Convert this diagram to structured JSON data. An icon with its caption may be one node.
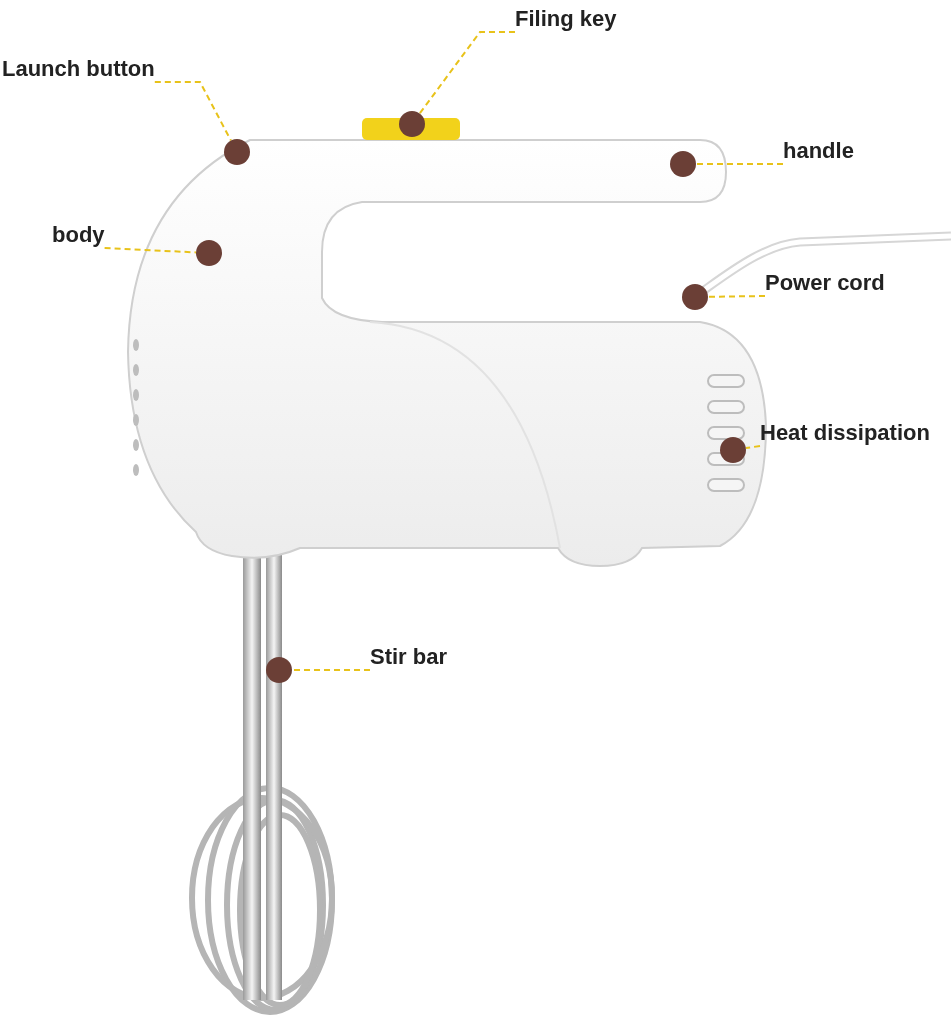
{
  "diagram": {
    "nodes": [
      {
        "text": [
          "Filing key"
        ]
      },
      {
        "text": [
          "Launch button"
        ]
      },
      {
        "text": [
          "handle"
        ]
      },
      {
        "text": [
          "body"
        ]
      },
      {
        "text": [
          "Power cord"
        ]
      },
      {
        "text": [
          "Heat dissipation"
        ]
      },
      {
        "text": [
          "Stir bar"
        ]
      },
      {
        "text": [],
        "shape": "circle"
      },
      {
        "text": [],
        "shape": "circle"
      },
      {
        "text": [],
        "shape": "circle"
      },
      {
        "text": [],
        "shape": "circle"
      },
      {
        "text": [],
        "shape": "circle"
      },
      {
        "text": [],
        "shape": "circle"
      },
      {
        "text": [],
        "shape": "circle"
      }
    ],
    "edges": [
      {
        "from": 0,
        "to": 7,
        "arrow": "none",
        "style": "dashed"
      },
      {
        "from": 1,
        "to": 8,
        "arrow": "none",
        "style": "dashed"
      },
      {
        "from": 2,
        "to": 9,
        "arrow": "none",
        "style": "dashed"
      },
      {
        "from": 3,
        "to": 10,
        "arrow": "none",
        "style": "dashed"
      },
      {
        "from": 4,
        "to": 11,
        "arrow": "none",
        "style": "dashed"
      },
      {
        "from": 5,
        "to": 12,
        "arrow": "none",
        "style": "dashed"
      },
      {
        "from": 6,
        "to": 13,
        "arrow": "none",
        "style": "dashed"
      }
    ]
  }
}
